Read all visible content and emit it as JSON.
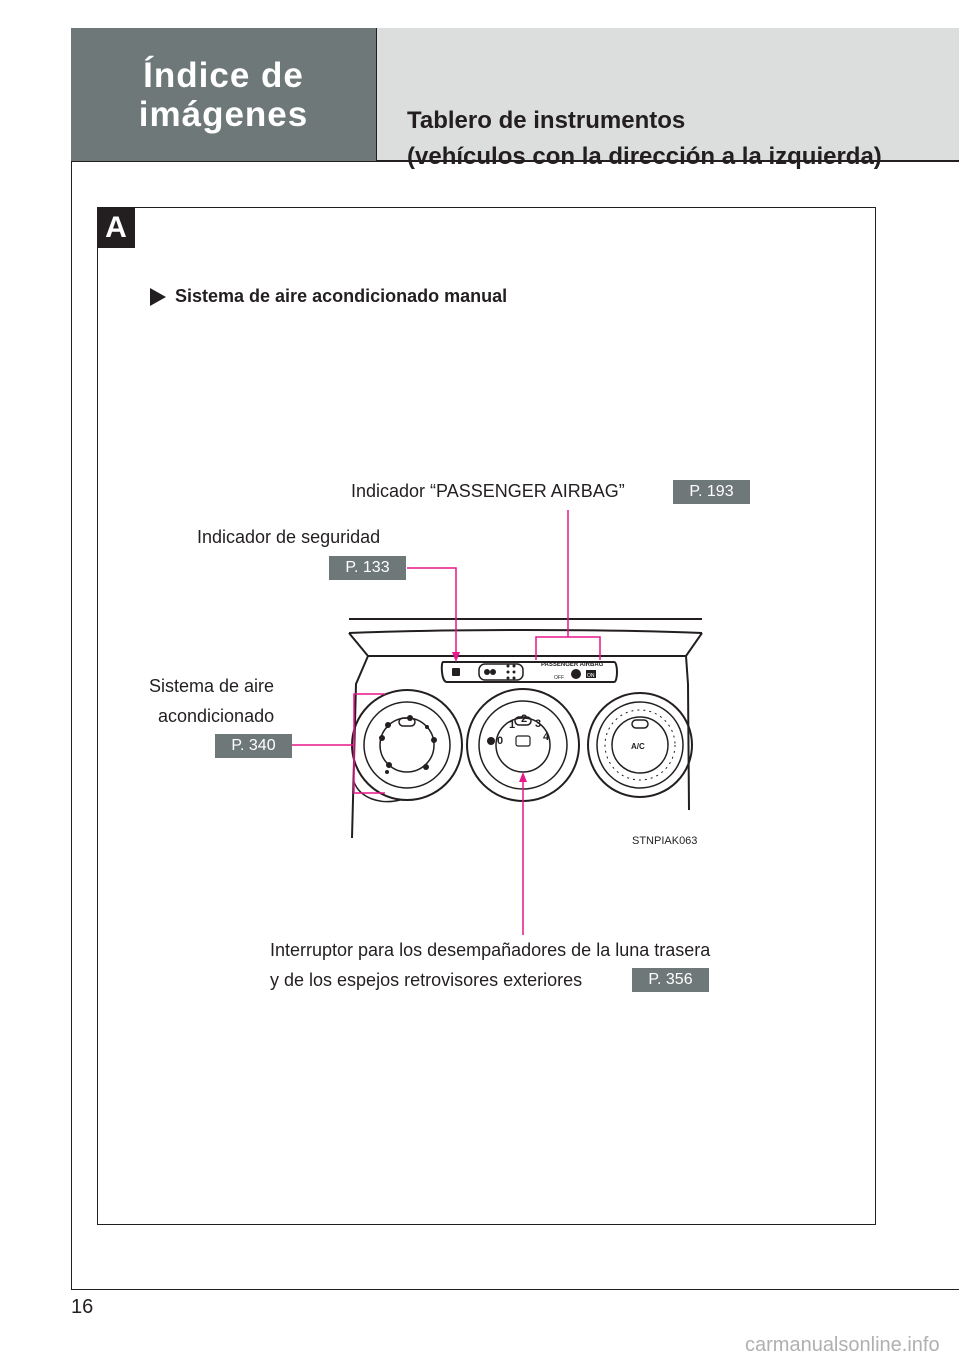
{
  "header": {
    "index_title_line1": "Índice de",
    "index_title_line2": "imágenes",
    "title_line1": "Tablero de instrumentos",
    "title_line2": "(vehículos con la dirección a la izquierda)"
  },
  "section": {
    "tab_letter": "A",
    "subheading": "Sistema de aire acondicionado manual"
  },
  "callouts": {
    "airbag_indicator": {
      "label": "Indicador “PASSENGER AIRBAG”",
      "ref": "P. 193"
    },
    "security_indicator": {
      "label": "Indicador de seguridad",
      "ref": "P. 133"
    },
    "ac_system": {
      "label_line1": "Sistema de aire",
      "label_line2": "acondicionado",
      "ref": "P. 340"
    },
    "defogger": {
      "label_line1": "Interruptor para los desempañadores de la luna trasera",
      "label_line2": "y de los espejos retrovisores exteriores",
      "ref": "P. 356"
    }
  },
  "illustration": {
    "panel_label": "PASSENGER  AIRBAG",
    "off_text": "OFF",
    "on_text": "ON",
    "fan_speeds": [
      "0",
      "1",
      "2",
      "3",
      "4"
    ],
    "ac_button": "A/C",
    "figure_code": "STNPIAK063"
  },
  "colors": {
    "header_dark": "#6f7878",
    "header_light": "#dcdddd",
    "leader_line": "#e8178a",
    "ref_badge": "#6f7878"
  },
  "footer": {
    "page_number": "16",
    "watermark": "carmanualsonline.info"
  }
}
